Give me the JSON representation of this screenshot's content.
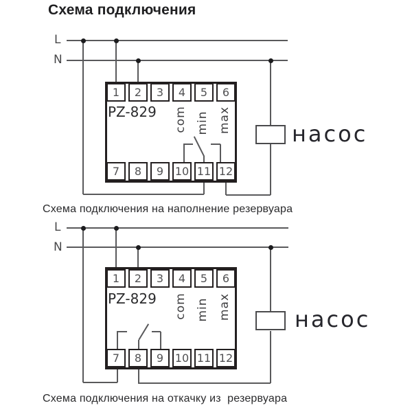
{
  "title": "Схема подключения",
  "colors": {
    "wire": "#59595b",
    "outline": "#231f20",
    "text": "#231f20"
  },
  "diagrams": [
    {
      "caption": "Схема подключения на наполнение резервуара",
      "power_lines": {
        "live": "L",
        "neutral": "N"
      },
      "device": {
        "model": "PZ-829",
        "terminals_top": [
          "1",
          "2",
          "3",
          "4",
          "5",
          "6"
        ],
        "terminals_bottom": [
          "7",
          "8",
          "9",
          "10",
          "11",
          "12"
        ],
        "relay_labels": [
          "com",
          "min",
          "max"
        ]
      },
      "load_label": "насос"
    },
    {
      "caption": "Схема подключения на откачку из  резервуара",
      "power_lines": {
        "live": "L",
        "neutral": "N"
      },
      "device": {
        "model": "PZ-829",
        "terminals_top": [
          "1",
          "2",
          "3",
          "4",
          "5",
          "6"
        ],
        "terminals_bottom": [
          "7",
          "8",
          "9",
          "10",
          "11",
          "12"
        ],
        "relay_labels": [
          "com",
          "min",
          "max"
        ]
      },
      "load_label": "насос"
    }
  ]
}
